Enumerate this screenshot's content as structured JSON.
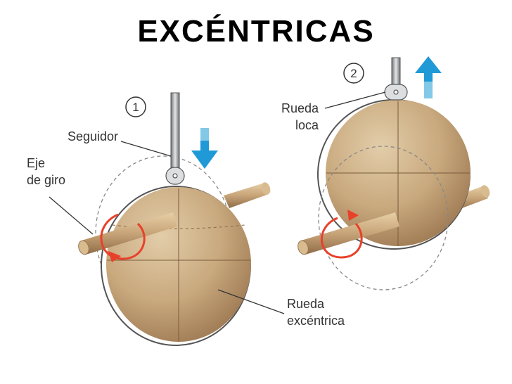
{
  "title": "EXCÉNTRICAS",
  "figure1": {
    "number": "1",
    "label_follower": "Seguidor",
    "label_axis_line1": "Eje",
    "label_axis_line2": "de giro",
    "label_wheel_line1": "Rueda",
    "label_wheel_line2": "excéntrica",
    "motion_arrow": "arrow-down-icon"
  },
  "figure2": {
    "number": "2",
    "label_roller_line1": "Rueda",
    "label_roller_line2": "loca",
    "motion_arrow": "arrow-up-icon"
  },
  "colors": {
    "wheel_light": "#e2cda9",
    "wheel_dark": "#a8835c",
    "shaft": "#c7a478",
    "arrow_blue": "#1f9ad6",
    "rotation_red": "#e8412a"
  }
}
